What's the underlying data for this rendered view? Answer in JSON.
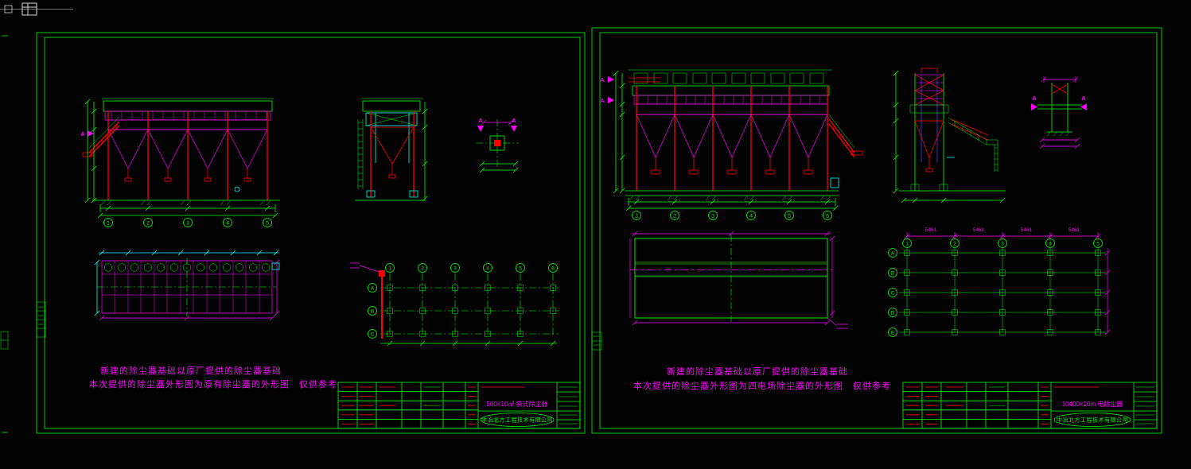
{
  "palette": {
    "background": "#000000",
    "green": "#00ff00",
    "magenta": "#ff00ff",
    "red": "#ff0000",
    "cyan": "#00ffff",
    "blue": "#4040ff",
    "grey": "#9a9a9a"
  },
  "chrome": {
    "top_icon": "grid-table-icon"
  },
  "left": {
    "section_label": "A",
    "elevation_axes": [
      "1",
      "2",
      "3",
      "4",
      "5"
    ],
    "foundation_cols": [
      "1",
      "2",
      "3",
      "4",
      "5",
      "6"
    ],
    "foundation_rows": [
      "A",
      "B",
      "C"
    ],
    "notes": {
      "line1": "新建的除尘器基础以原厂提供的除尘器基础",
      "line2": "本次提供的除尘器外形图为原有除尘器的外形图　仅供参考"
    },
    "title_block": {
      "drawing_title": "500×10㎡ 袋式除尘器",
      "company": "中冶北方工程技术有限公司"
    }
  },
  "right": {
    "section_label": "A",
    "elevation_axes": [
      "1",
      "2",
      "3",
      "4",
      "5",
      "6"
    ],
    "grid_cols": [
      "1",
      "2",
      "3",
      "4",
      "5"
    ],
    "grid_rows": [
      "A",
      "B",
      "C",
      "D",
      "E"
    ],
    "grid_spans": [
      "5461",
      "5461",
      "5461",
      "5461"
    ],
    "notes": {
      "line1": "新建的除尘器基础以原厂提供的除尘器基础",
      "line2": "本次提供的除尘器外形图为四电场除尘器的外形图　仅供参考"
    },
    "title_block": {
      "drawing_title": "10400×10m 电除尘器",
      "company": "中冶北方工程技术有限公司"
    }
  }
}
